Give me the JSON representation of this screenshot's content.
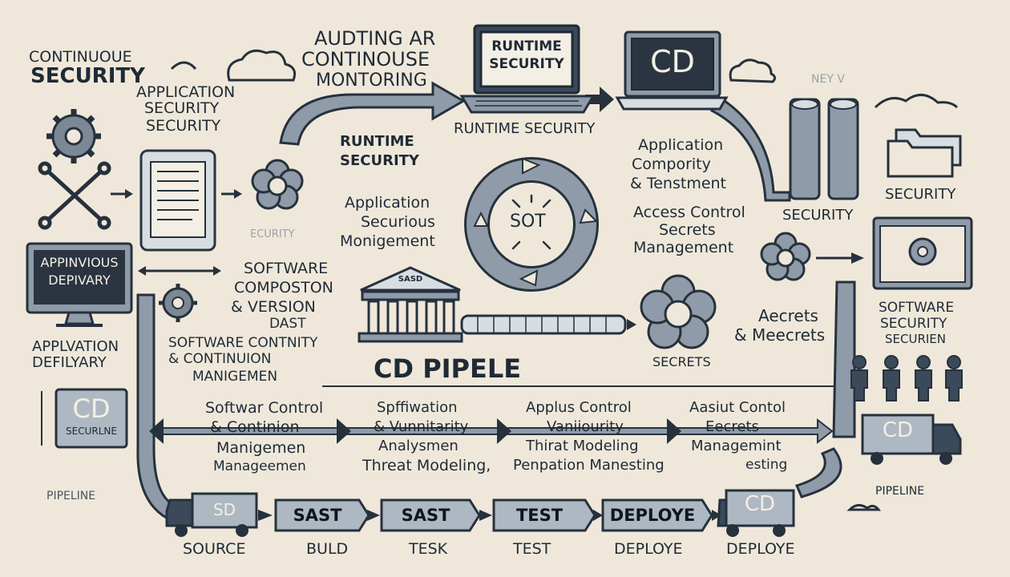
{
  "labels": {
    "continuous_security": [
      "CONTINUOUE",
      "SECURITY"
    ],
    "app_security": [
      "APPLICATION",
      "SECURITY",
      "SECURITY"
    ],
    "auditing": [
      "AUDTING AR",
      "CONTINOUSE",
      "MONTORING"
    ],
    "runtime_box": [
      "RUNTIME",
      "SECURITY"
    ],
    "cd_laptop": "CD",
    "vintage": "NEY V",
    "runtime_security_center": [
      "RUNTIME",
      "SECURITY"
    ],
    "runtime_security_caption": "RUNTIME SECURITY",
    "app_securious": [
      "Application",
      "Securious",
      "Monigement"
    ],
    "app_compority": [
      "Application",
      "Compority",
      "& Tenstment"
    ],
    "access_control": [
      "Access Control",
      "Secrets",
      "Management"
    ],
    "security_right": "SECURITY",
    "security_mid": "SECURITY",
    "ecurity_ghost": "ECURITY",
    "applyinvious": [
      "APPINVIOUS",
      "DEPIVARY"
    ],
    "software_composton": [
      "SOFTWARE",
      "COMPOSTON",
      "& VERSION",
      "DAST"
    ],
    "sast_sign": "SASD",
    "sot_center": "SOT",
    "secrets_label": "SECRETS",
    "aecrets": [
      "Aecrets",
      "& Meecrets"
    ],
    "software_security": [
      "SOFTWARE",
      "SECURITY",
      "SECURIEN"
    ],
    "applvation": [
      "APPLVATION",
      "DEFILYARY"
    ],
    "software_contnity": [
      "SOFTWARE CONTNITY",
      "& CONTINUION",
      "MANIGEMEN"
    ],
    "cd_pipeline_title": "CD PIPELE",
    "cd_secure": [
      "CD",
      "SECURLNE"
    ],
    "pipeline_left": "PIPELINE",
    "pipeline_right": "PIPELINE",
    "control_row": [
      [
        "Softwar Control",
        "& Continion",
        "Manigemen",
        "Manageemen"
      ],
      [
        "Spffiwation",
        "& Vunnitarity",
        "Analysmen",
        "Threat Modeling,"
      ],
      [
        "Applus Control",
        "Vaniiourity",
        "Thirat Modeling",
        "Penpation Manesting"
      ],
      [
        "Aasiut Contol",
        "Eecrets",
        "Managemint",
        "esting"
      ]
    ],
    "truck_right_label": "CD",
    "truck_bottom_label": "CD",
    "truck_left_label": "SD"
  },
  "stages": [
    {
      "box": "",
      "caption": "SOURCE"
    },
    {
      "box": "SAST",
      "caption": "BULD"
    },
    {
      "box": "SAST",
      "caption": "TESK"
    },
    {
      "box": "TEST",
      "caption": "TEST"
    },
    {
      "box": "DEPLOYE",
      "caption": "DEPLOYE"
    },
    {
      "box": "CD",
      "caption": "DEPLOYE"
    }
  ],
  "colors": {
    "background": "#efe8da",
    "ink": "#1f2a36",
    "arrow_fill": "#8f9ba8",
    "box_fill": "#aeb8c2"
  }
}
